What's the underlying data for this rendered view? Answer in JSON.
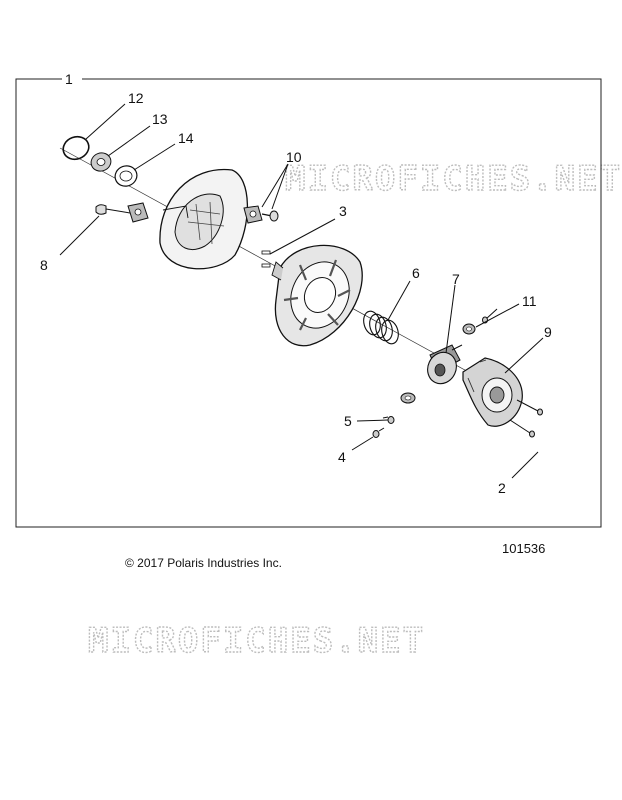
{
  "diagram": {
    "callouts": {
      "c1": "1",
      "c2": "2",
      "c3": "3",
      "c4": "4",
      "c5": "5",
      "c6": "6",
      "c7": "7",
      "c8": "8",
      "c9": "9",
      "c10": "10",
      "c11": "11",
      "c12": "12",
      "c13": "13",
      "c14": "14"
    },
    "drawing_number": "101536",
    "copyright": "© 2017 Polaris Industries Inc.",
    "watermark": "MICROFICHES.NET"
  }
}
